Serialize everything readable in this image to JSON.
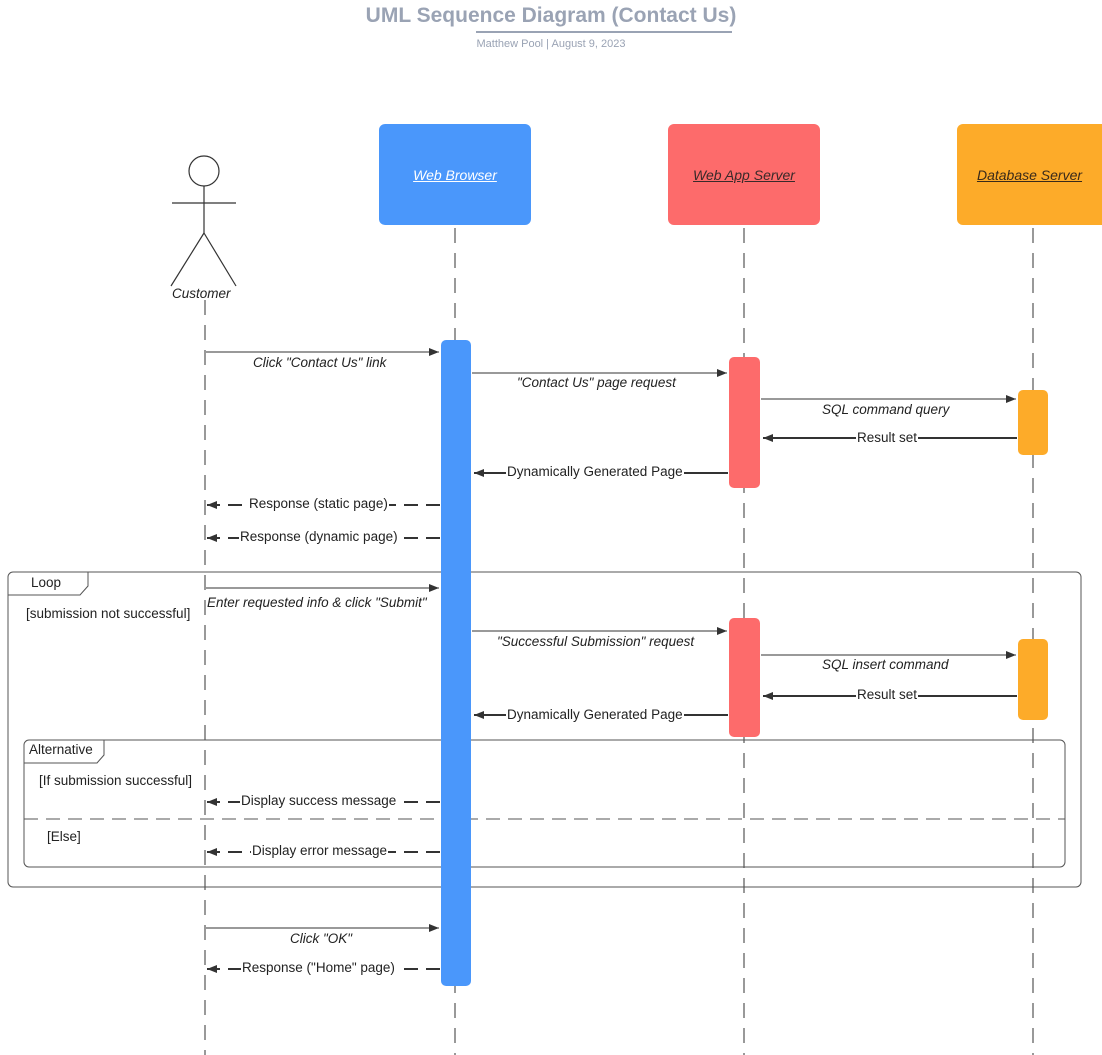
{
  "header": {
    "title": "UML Sequence Diagram (Contact Us)",
    "subtitle": "Matthew Pool  |  August 9, 2023"
  },
  "actor": {
    "label": "Customer"
  },
  "participants": [
    {
      "label": "Web Browser",
      "color": "#4a97fb",
      "text_color": "#ffffff"
    },
    {
      "label": "Web App Server",
      "color": "#fd6b6b",
      "text_color": "#3a2a2a"
    },
    {
      "label": "Database Server",
      "color": "#fdab29",
      "text_color": "#3a2a1a"
    }
  ],
  "messages": {
    "click_contact": "Click \"Contact Us\" link",
    "contact_page_request": "\"Contact Us\" page request",
    "sql_query": "SQL command query",
    "result_set_1": "Result set",
    "dyn_page_1": "Dynamically Generated Page",
    "resp_static": "Response (static page)",
    "resp_dynamic": "Response (dynamic page)",
    "enter_info": "Enter requested info & click \"Submit\"",
    "submission_request": "\"Successful Submission\" request",
    "sql_insert": "SQL insert command",
    "result_set_2": "Result set",
    "dyn_page_2": "Dynamically Generated Page",
    "success_msg": "Display success message",
    "error_msg": "Display error message",
    "click_ok": "Click \"OK\"",
    "resp_home": "Response (\"Home\" page)"
  },
  "fragments": {
    "loop": {
      "label": "Loop",
      "guard": "[submission not successful]"
    },
    "alt": {
      "label": "Alternative",
      "guard_if": "[If submission successful]",
      "guard_else": "[Else]"
    }
  },
  "colors": {
    "browser": "#4a97fb",
    "app_server": "#fd6b6b",
    "db_server": "#fdab29",
    "line": "#333333",
    "title": "#9aa3b4"
  }
}
